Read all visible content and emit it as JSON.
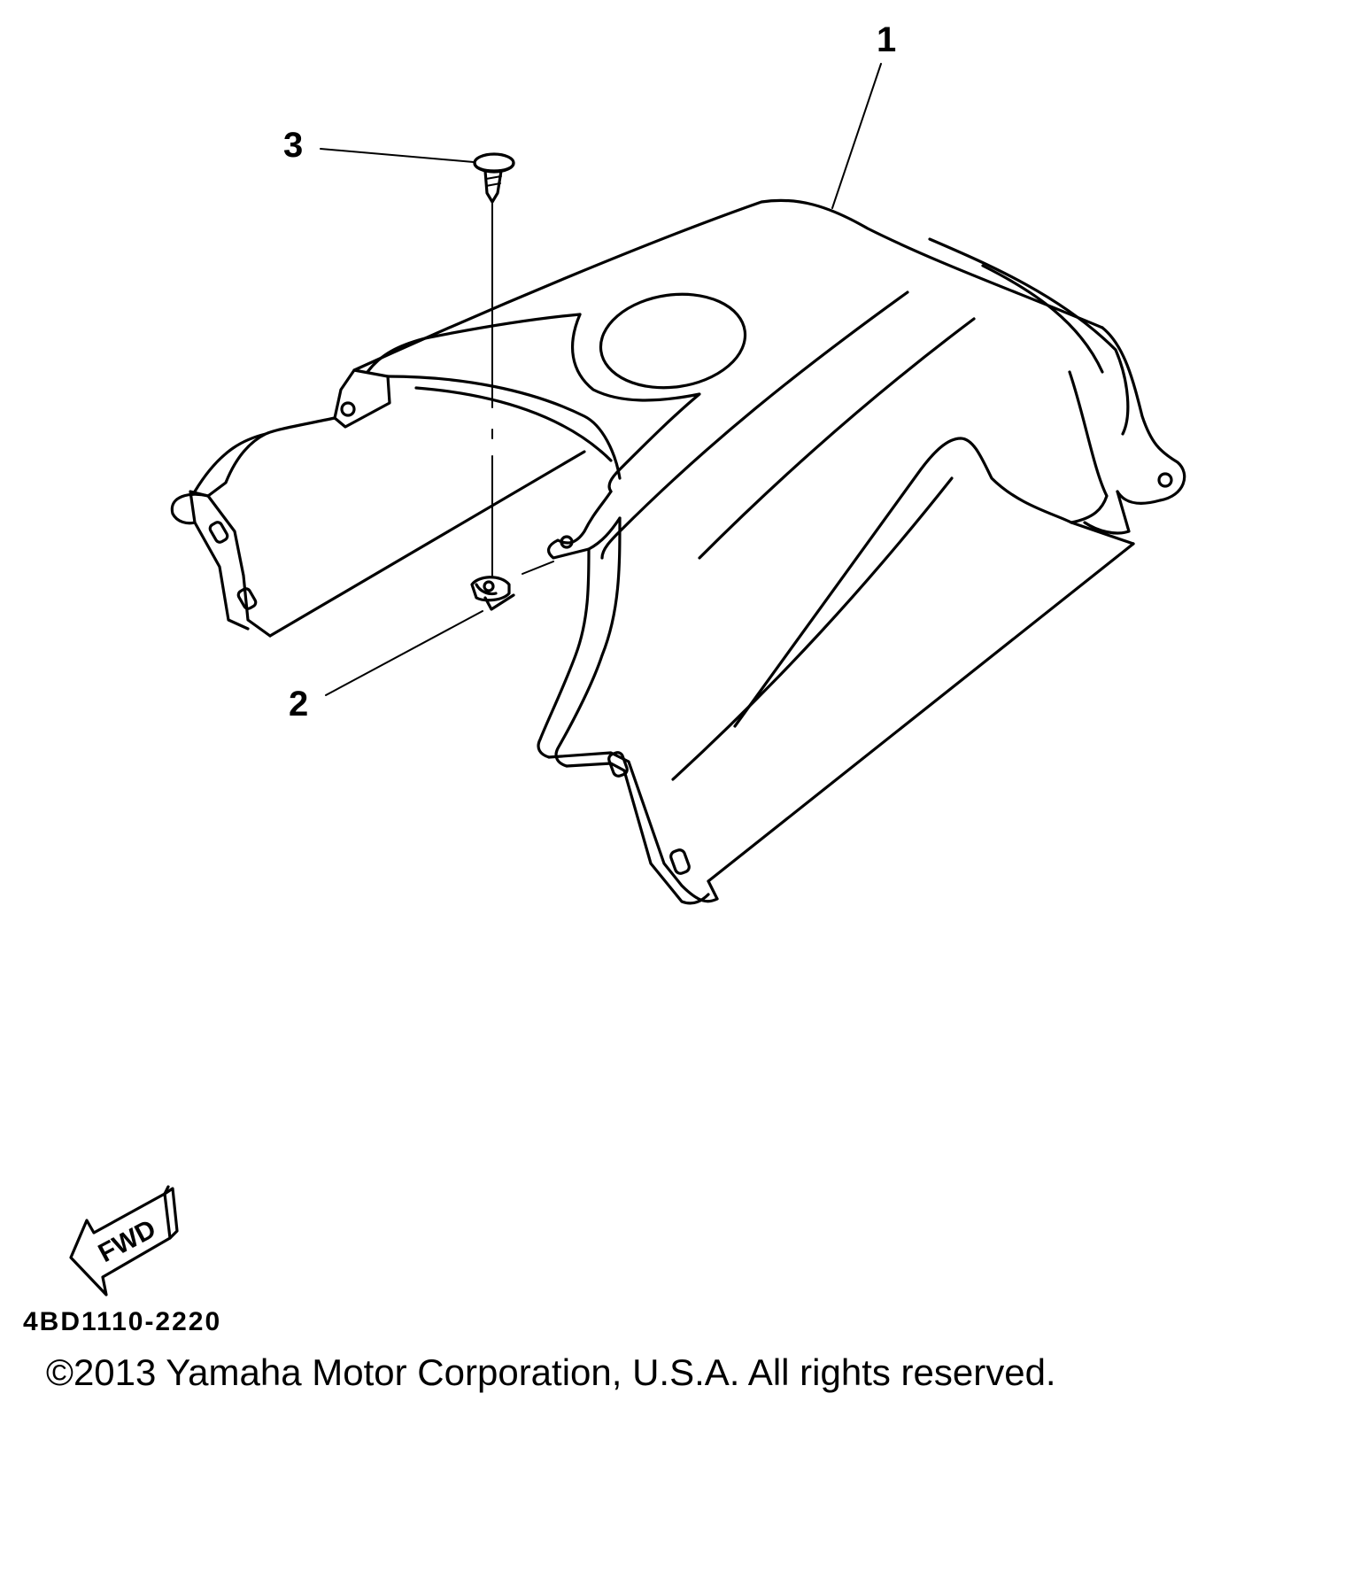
{
  "diagram": {
    "callouts": [
      {
        "id": "1",
        "label": "1"
      },
      {
        "id": "2",
        "label": "2"
      },
      {
        "id": "3",
        "label": "3"
      }
    ],
    "direction_marker": {
      "label": "FWD",
      "icon": "forward-arrow-icon"
    },
    "drawing_code": "4BD1110-2220"
  },
  "footer": {
    "copyright": "©2013 Yamaha Motor Corporation, U.S.A. All rights reserved."
  }
}
